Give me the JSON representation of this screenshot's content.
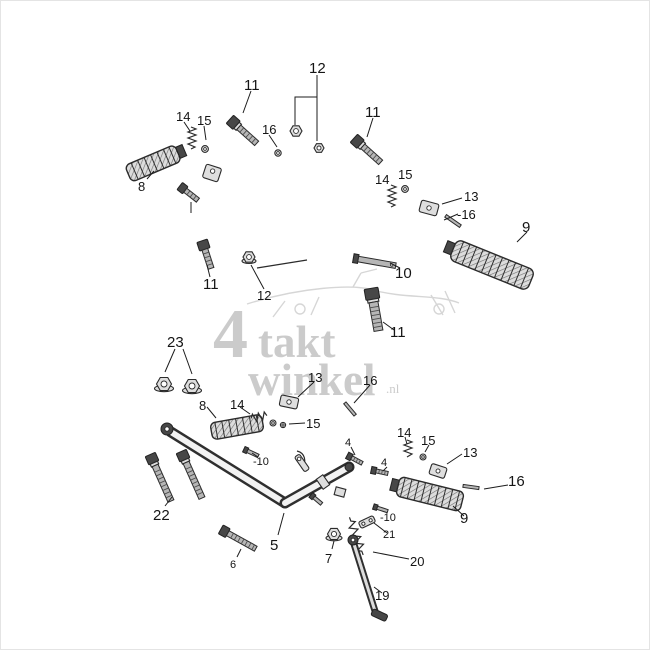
{
  "watermark": {
    "digit": "4",
    "word_top": "takt",
    "word_bottom": "winkel",
    "tld": ".nl",
    "color": "#c3c3c3"
  },
  "labels": [
    {
      "text": "12"
    },
    {
      "text": "11"
    },
    {
      "text": "14"
    },
    {
      "text": "15"
    },
    {
      "text": "16"
    },
    {
      "text": "11"
    },
    {
      "text": "8"
    },
    {
      "text": "14"
    },
    {
      "text": "15"
    },
    {
      "text": "13"
    },
    {
      "text": "-16"
    },
    {
      "text": "9"
    },
    {
      "text": "11"
    },
    {
      "text": "12"
    },
    {
      "text": "10"
    },
    {
      "text": "11"
    },
    {
      "text": "23"
    },
    {
      "text": "13"
    },
    {
      "text": "16"
    },
    {
      "text": "8"
    },
    {
      "text": "14"
    },
    {
      "text": "15"
    },
    {
      "text": "-10"
    },
    {
      "text": "4"
    },
    {
      "text": "14"
    },
    {
      "text": "15"
    },
    {
      "text": "4"
    },
    {
      "text": "13"
    },
    {
      "text": "16"
    },
    {
      "text": "9"
    },
    {
      "text": "22"
    },
    {
      "text": "5"
    },
    {
      "text": "6"
    },
    {
      "text": "7"
    },
    {
      "text": "-10"
    },
    {
      "text": "21"
    },
    {
      "text": "20"
    },
    {
      "text": "19"
    }
  ]
}
